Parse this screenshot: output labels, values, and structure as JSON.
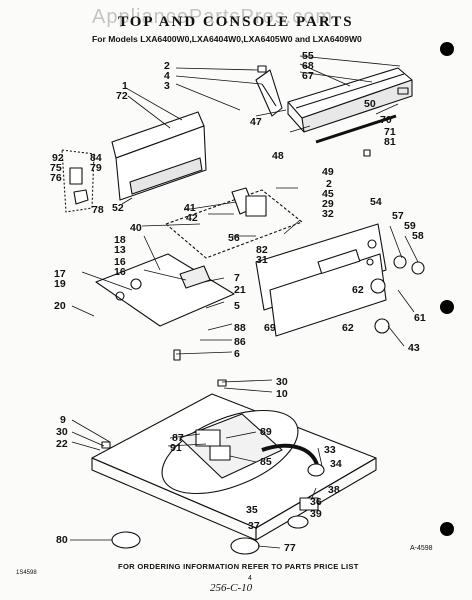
{
  "header": {
    "watermark": "AppliancePartsPros.com",
    "title": "TOP AND CONSOLE PARTS",
    "models": "For Models LXA6400W0,LXA6404W0,LXA6405W0 and LXA6409W0"
  },
  "callouts": {
    "c1": "1",
    "c2": "2",
    "c3": "3",
    "c4": "4",
    "c5": "5",
    "c6": "6",
    "c7": "7",
    "c9": "9",
    "c10": "10",
    "c13": "13",
    "c16": "16",
    "c17": "17",
    "c18": "18",
    "c19": "19",
    "c20": "20",
    "c21": "21",
    "c22": "22",
    "c29": "29",
    "c30": "30",
    "c31": "31",
    "c32": "32",
    "c33": "33",
    "c34": "34",
    "c35": "35",
    "c36": "36",
    "c37": "37",
    "c38": "38",
    "c39": "39",
    "c40": "40",
    "c41": "41",
    "c42": "42",
    "c43": "43",
    "c45": "45",
    "c47": "47",
    "c48": "48",
    "c49": "49",
    "c50": "50",
    "c52": "52",
    "c54": "54",
    "c55": "55",
    "c56": "56",
    "c57": "57",
    "c58": "58",
    "c59": "59",
    "c61": "61",
    "c62": "62",
    "c67": "67",
    "c68": "68",
    "c69": "69",
    "c70": "70",
    "c71": "71",
    "c72": "72",
    "c75": "75",
    "c76": "76",
    "c77": "77",
    "c78": "78",
    "c79": "79",
    "c80": "80",
    "c81": "81",
    "c82": "82",
    "c84": "84",
    "c85": "85",
    "c86": "86",
    "c87": "87",
    "c88": "88",
    "c89": "89",
    "c91": "91",
    "c92": "92"
  },
  "footer": {
    "ordering_note": "FOR ORDERING INFORMATION REFER TO PARTS PRICE LIST",
    "diagram_code": "A-4598",
    "corner_code": "1S4598",
    "page_number": "4",
    "handwritten": "256-C-10"
  }
}
